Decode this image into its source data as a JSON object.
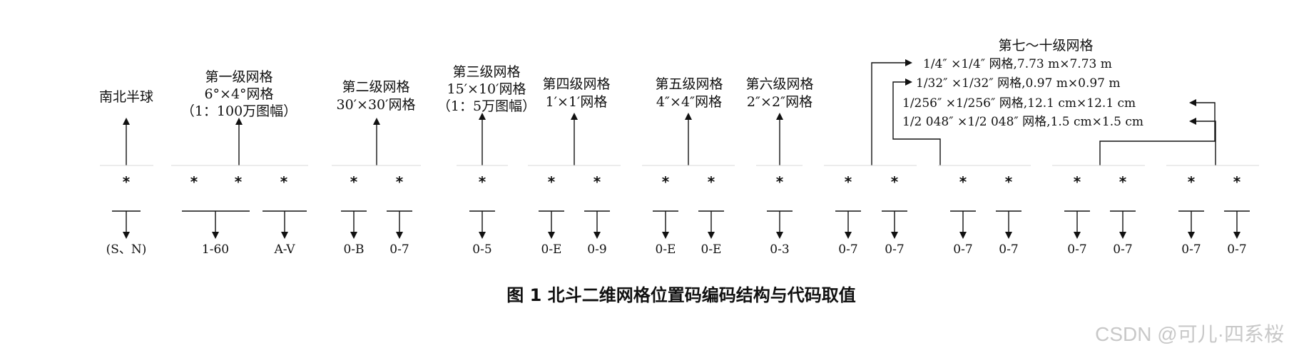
{
  "levels": {
    "hemisphere": {
      "title": "南北半球"
    },
    "l1": {
      "title": "第一级网格",
      "size": "6°×4°网格",
      "scale": "（1：100万图幅）"
    },
    "l2": {
      "title": "第二级网格",
      "size": "30′×30′网格"
    },
    "l3": {
      "title": "第三级网格",
      "size": "15′×10′网格",
      "scale": "（1：5万图幅）"
    },
    "l4": {
      "title": "第四级网格",
      "size": "1′×1′网格"
    },
    "l5": {
      "title": "第五级网格",
      "size": "4″×4″网格"
    },
    "l6": {
      "title": "第六级网格",
      "size": "2″×2″网格"
    },
    "l7to10": {
      "title": "第七～十级网格",
      "rows": [
        "1/4″ ×1/4″ 网格,7.73 m×7.73 m",
        "1/32″ ×1/32″ 网格,0.97  m×0.97  m",
        "1/256″ ×1/256″ 网格,12.1 cm×12.1 cm",
        "1/2 048″ ×1/2 048″ 网格,1.5 cm×1.5 cm"
      ]
    }
  },
  "star_symbol": "*",
  "codes": {
    "hemisphere": "(S、N)",
    "l1": [
      "1-60",
      "A-V"
    ],
    "l2": [
      "0-B",
      "0-7"
    ],
    "l3": [
      "0-5"
    ],
    "l4": [
      "0-E",
      "0-9"
    ],
    "l5": [
      "0-E",
      "0-E"
    ],
    "l6": [
      "0-3"
    ],
    "l7": [
      "0-7",
      "0-7"
    ],
    "l8": [
      "0-7",
      "0-7"
    ],
    "l9": [
      "0-7",
      "0-7"
    ],
    "l10": [
      "0-7",
      "0-7"
    ]
  },
  "caption": "图 1   北斗二维网格位置码编码结构与代码取值",
  "watermark": "CSDN @可儿·四系桜"
}
